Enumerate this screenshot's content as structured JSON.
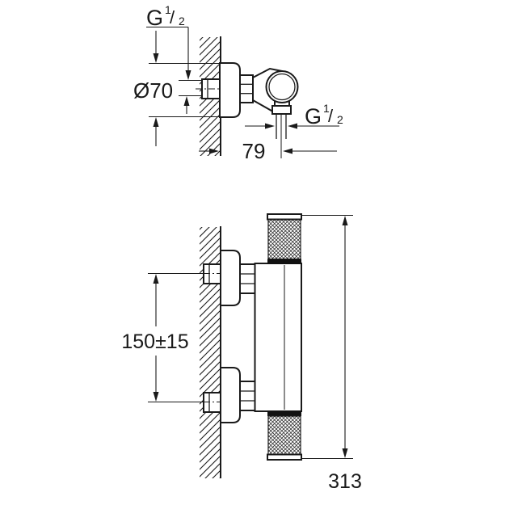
{
  "drawing": {
    "type": "technical-dimension-drawing",
    "subject": "wall-mounted shower thermostat mixer, side view and plan view",
    "colors": {
      "line": "#1a1a1a",
      "background": "#ffffff"
    },
    "dimensions": {
      "wall_thread": {
        "text": "G 1/2",
        "base": "G",
        "sup": "1",
        "slash": "/",
        "sub": "2"
      },
      "escutcheon_diameter": {
        "text": "Ø70"
      },
      "projection": {
        "text": "79"
      },
      "hose_thread": {
        "text": "G 1/2",
        "base": "G",
        "sup": "1",
        "slash": "/",
        "sub": "2"
      },
      "connection_spacing": {
        "text": "150±15"
      },
      "overall_length": {
        "text": "313"
      }
    }
  }
}
